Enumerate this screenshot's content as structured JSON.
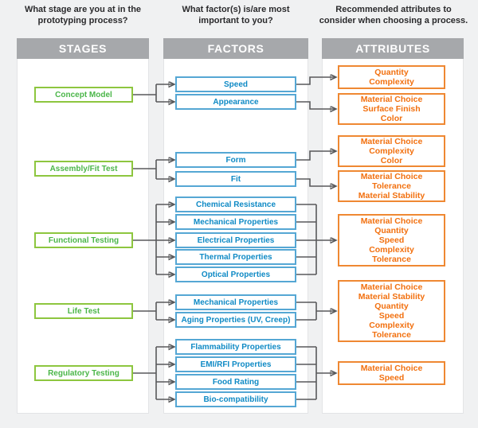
{
  "diagram": {
    "columns": [
      {
        "question": "What stage are you at in the\nprototyping process?",
        "header": "STAGES"
      },
      {
        "question": "What factor(s) is/are most\nimportant to you?",
        "header": "FACTORS"
      },
      {
        "question": "Recommended attributes to\nconsider when choosing a process.",
        "header": "ATTRIBUTES"
      }
    ],
    "sections": [
      {
        "stage": "Concept Model",
        "factors": [
          "Speed",
          "Appearance"
        ],
        "attributes": [
          "Quantity\nComplexity",
          "Material Choice\nSurface Finish\nColor"
        ]
      },
      {
        "stage": "Assembly/Fit Test",
        "factors": [
          "Form",
          "Fit"
        ],
        "attributes": [
          "Material Choice\nComplexity\nColor",
          "Material Choice\nTolerance\nMaterial Stability"
        ]
      },
      {
        "stage": "Functional Testing",
        "factors": [
          "Chemical Resistance",
          "Mechanical Properties",
          "Electrical Properties",
          "Thermal Properties",
          "Optical Properties"
        ],
        "attributes": [
          "Material Choice\nQuantity\nSpeed\nComplexity\nTolerance"
        ]
      },
      {
        "stage": "Life Test",
        "factors": [
          "Mechanical Properties",
          "Aging Properties (UV, Creep)"
        ],
        "attributes": [
          "Material Choice\nMaterial Stability\nQuantity\nSpeed\nComplexity\nTolerance"
        ]
      },
      {
        "stage": "Regulatory Testing",
        "factors": [
          "Flammability Properties",
          "EMI/RFI Properties",
          "Food Rating",
          "Bio-compatibility"
        ],
        "attributes": [
          "Material Choice\nSpeed"
        ]
      }
    ],
    "colors": {
      "stage_green": "#8dc63f",
      "factor_blue": "#1b8fc6",
      "attribute_orange": "#f47b20",
      "connector_gray": "#58595b",
      "header_bar_gray": "#a6a8ab",
      "background": "#f0f1f2"
    }
  }
}
